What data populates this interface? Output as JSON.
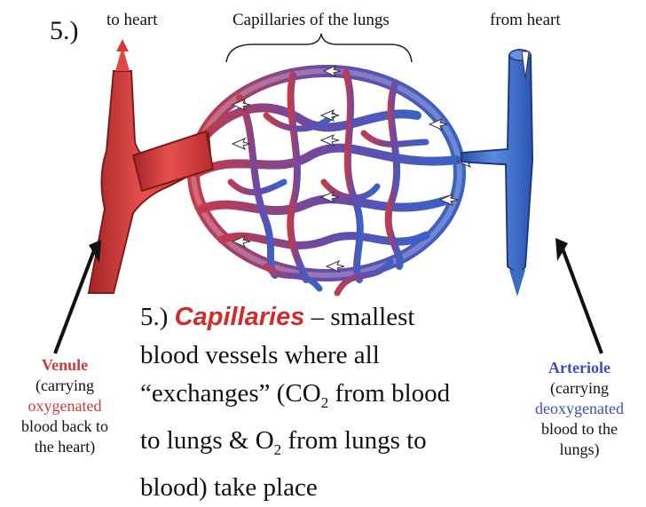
{
  "slide_number": "5.)",
  "top_labels": {
    "to_heart": "to heart",
    "capillaries": "Capillaries of the lungs",
    "from_heart": "from heart"
  },
  "venule": {
    "title": "Venule",
    "line1": "(carrying",
    "line2": "oxygenated",
    "line3": "blood back to",
    "line4": "the heart)"
  },
  "arteriole": {
    "title": "Arteriole",
    "line1": "(carrying",
    "line2": "deoxygenated",
    "line3": "blood to the",
    "line4": "lungs)"
  },
  "caption": {
    "prefix": "5.)",
    "term_a": "Cap",
    "term_b": "ill",
    "term_c": "aries",
    "dash_rest": "– smallest",
    "line2": "blood vessels  where all",
    "line3a": "“exchanges” (CO",
    "sub2": "2",
    "line3b": " from blood",
    "line4a": "to lungs & O",
    "sub2b": "2",
    "line4b": " from lungs to",
    "line5": "blood) take place"
  },
  "colors": {
    "oxygenated": "#d64040",
    "deoxygenated": "#3f6fc8",
    "venule_text": "#d23a3a",
    "arteriole_text": "#3c4fb8",
    "term": "#d32b2b"
  }
}
